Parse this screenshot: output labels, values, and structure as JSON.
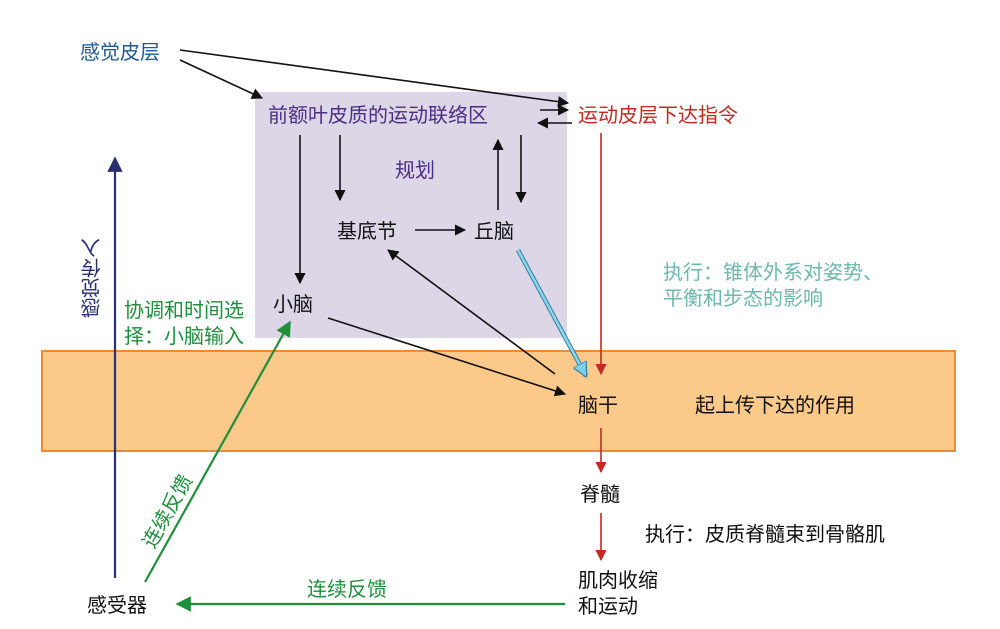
{
  "nodes": {
    "sensory_cortex": "感觉皮层",
    "prefrontal_motor_association": "前额叶皮质的运动联络区",
    "motor_cortex_command": "运动皮层下达指令",
    "planning": "规划",
    "basal_ganglia": "基底节",
    "thalamus": "丘脑",
    "cerebellum": "小脑",
    "brainstem": "脑干",
    "brainstem_role": "起上传下达的作用",
    "spinal_cord": "脊髓",
    "muscle_contraction_line1": "肌肉收缩",
    "muscle_contraction_line2": "和运动",
    "receptor": "感受器"
  },
  "annotations": {
    "extrapyramidal_line1": "执行：锥体外系对姿势、",
    "extrapyramidal_line2": "平衡和步态的影响",
    "corticospinal": "执行：皮质脊髓束到骨骼肌",
    "coordination_line1": "协调和时间选",
    "coordination_line2": "择：小脑输入",
    "sensory_afferent": "感觉传入",
    "continuous_feedback_diagonal": "连续反馈",
    "continuous_feedback_bottom": "连续反馈"
  },
  "colors": {
    "planning_region": "#dcd6e6",
    "brainstem_band": "#fbc98a",
    "brainstem_border": "#f08a2e",
    "black_arrow": "#111111",
    "red_arrow": "#c22a22",
    "green_arrow": "#1e8f3a",
    "navy_arrow": "#27306f",
    "cyan_arrow": "#4aa3c8",
    "sensory_cortex_text": "#1f5a94",
    "prefrontal_text": "#4b2f86",
    "motor_cortex_text": "#c22a22",
    "extrapyramidal_text": "#6cb8ad",
    "feedback_text": "#1e8f3a"
  }
}
